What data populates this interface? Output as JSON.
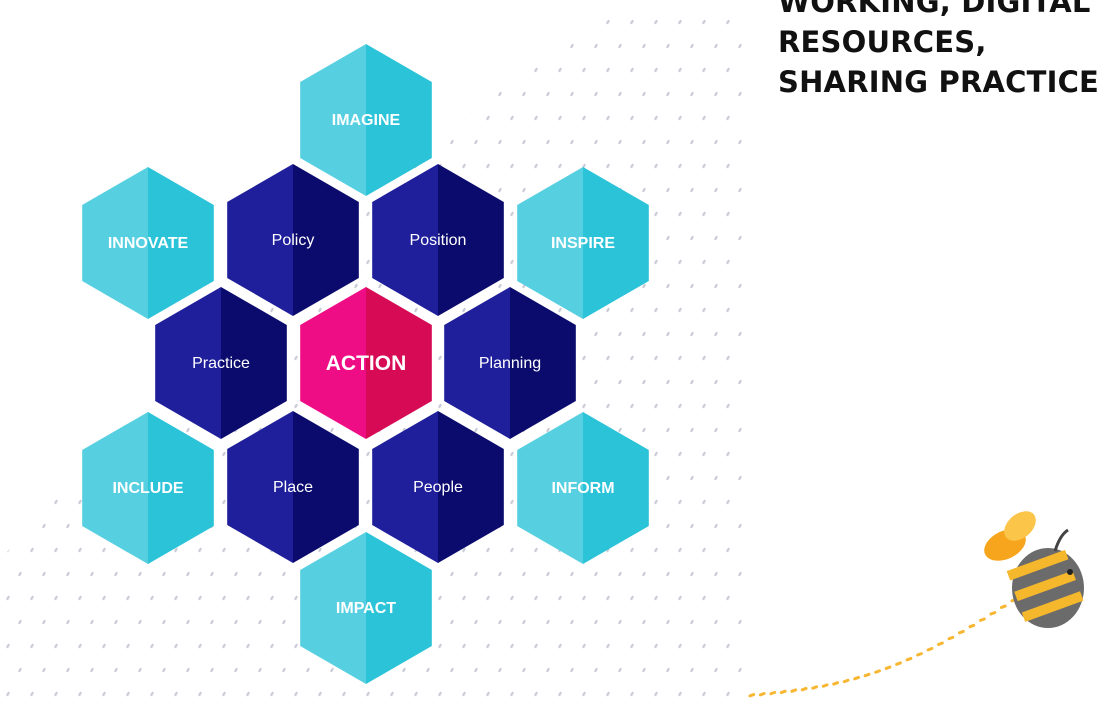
{
  "heading": {
    "line1": "WORKING, DIGITAL",
    "line2": "RESOURCES,",
    "line3": "SHARING PRACTICE"
  },
  "colors": {
    "outer_light": "#56cfe1",
    "outer_dark": "#2bc3d8",
    "inner_light": "#1f1f9c",
    "inner_dark": "#0b0b6e",
    "center_light": "#ef0d86",
    "center_dark": "#d60a55",
    "dots": "#c9ccd6",
    "bee_body": "#6b6b6b",
    "bee_wing": "#f5a623",
    "trail": "#f7b733"
  },
  "hexagons": {
    "imagine": "IMAGINE",
    "innovate": "INNOVATE",
    "inspire": "INSPIRE",
    "policy": "Policy",
    "position": "Position",
    "practice": "Practice",
    "action": "ACTION",
    "planning": "Planning",
    "include": "INCLUDE",
    "place": "Place",
    "people": "People",
    "inform": "INFORM",
    "impact": "IMPACT"
  },
  "decor": {
    "background_pattern": "dot-grid",
    "mascot_icon": "bee-icon"
  }
}
